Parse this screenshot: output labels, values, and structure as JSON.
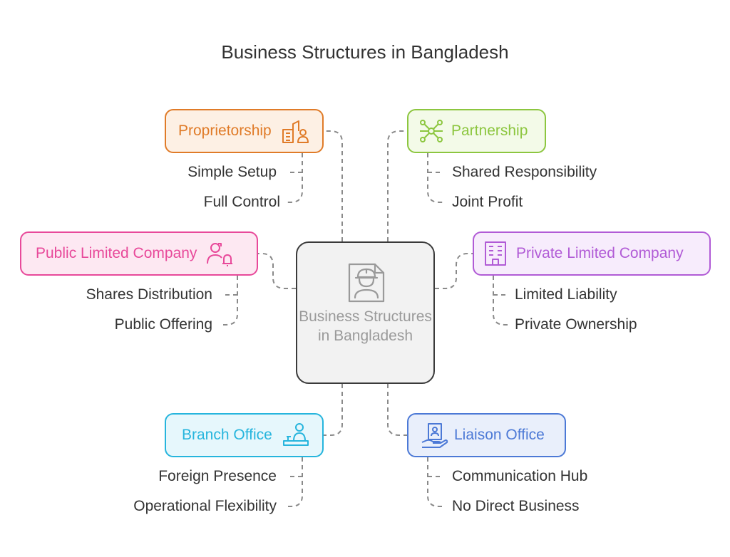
{
  "title": "Business Structures in Bangladesh",
  "center": {
    "label": "Business Structures in Bangladesh"
  },
  "nodes": {
    "proprietorship": {
      "label": "Proprietorship",
      "color": "#e07b28",
      "fill": "#fdf0e4",
      "icon": "building-person-icon",
      "items": [
        "Simple Setup",
        "Full Control"
      ]
    },
    "partnership": {
      "label": "Partnership",
      "color": "#8cc63f",
      "fill": "#f3fae8",
      "icon": "network-people-icon",
      "items": [
        "Shared Responsibility",
        "Joint Profit"
      ]
    },
    "public_limited": {
      "label": "Public Limited Company",
      "color": "#e8499a",
      "fill": "#fde8f2",
      "icon": "person-bell-icon",
      "items": [
        "Shares Distribution",
        "Public Offering"
      ]
    },
    "private_limited": {
      "label": "Private Limited Company",
      "color": "#b15bd6",
      "fill": "#f7ecfc",
      "icon": "office-building-icon",
      "items": [
        "Limited Liability",
        "Private Ownership"
      ]
    },
    "branch_office": {
      "label": "Branch Office",
      "color": "#26b5dd",
      "fill": "#e6f7fc",
      "icon": "desk-person-icon",
      "items": [
        "Foreign Presence",
        "Operational Flexibility"
      ]
    },
    "liaison_office": {
      "label": "Liaison Office",
      "color": "#4c79d6",
      "fill": "#e9effb",
      "icon": "hand-id-card-icon",
      "items": [
        "Communication Hub",
        "No Direct Business"
      ]
    }
  }
}
